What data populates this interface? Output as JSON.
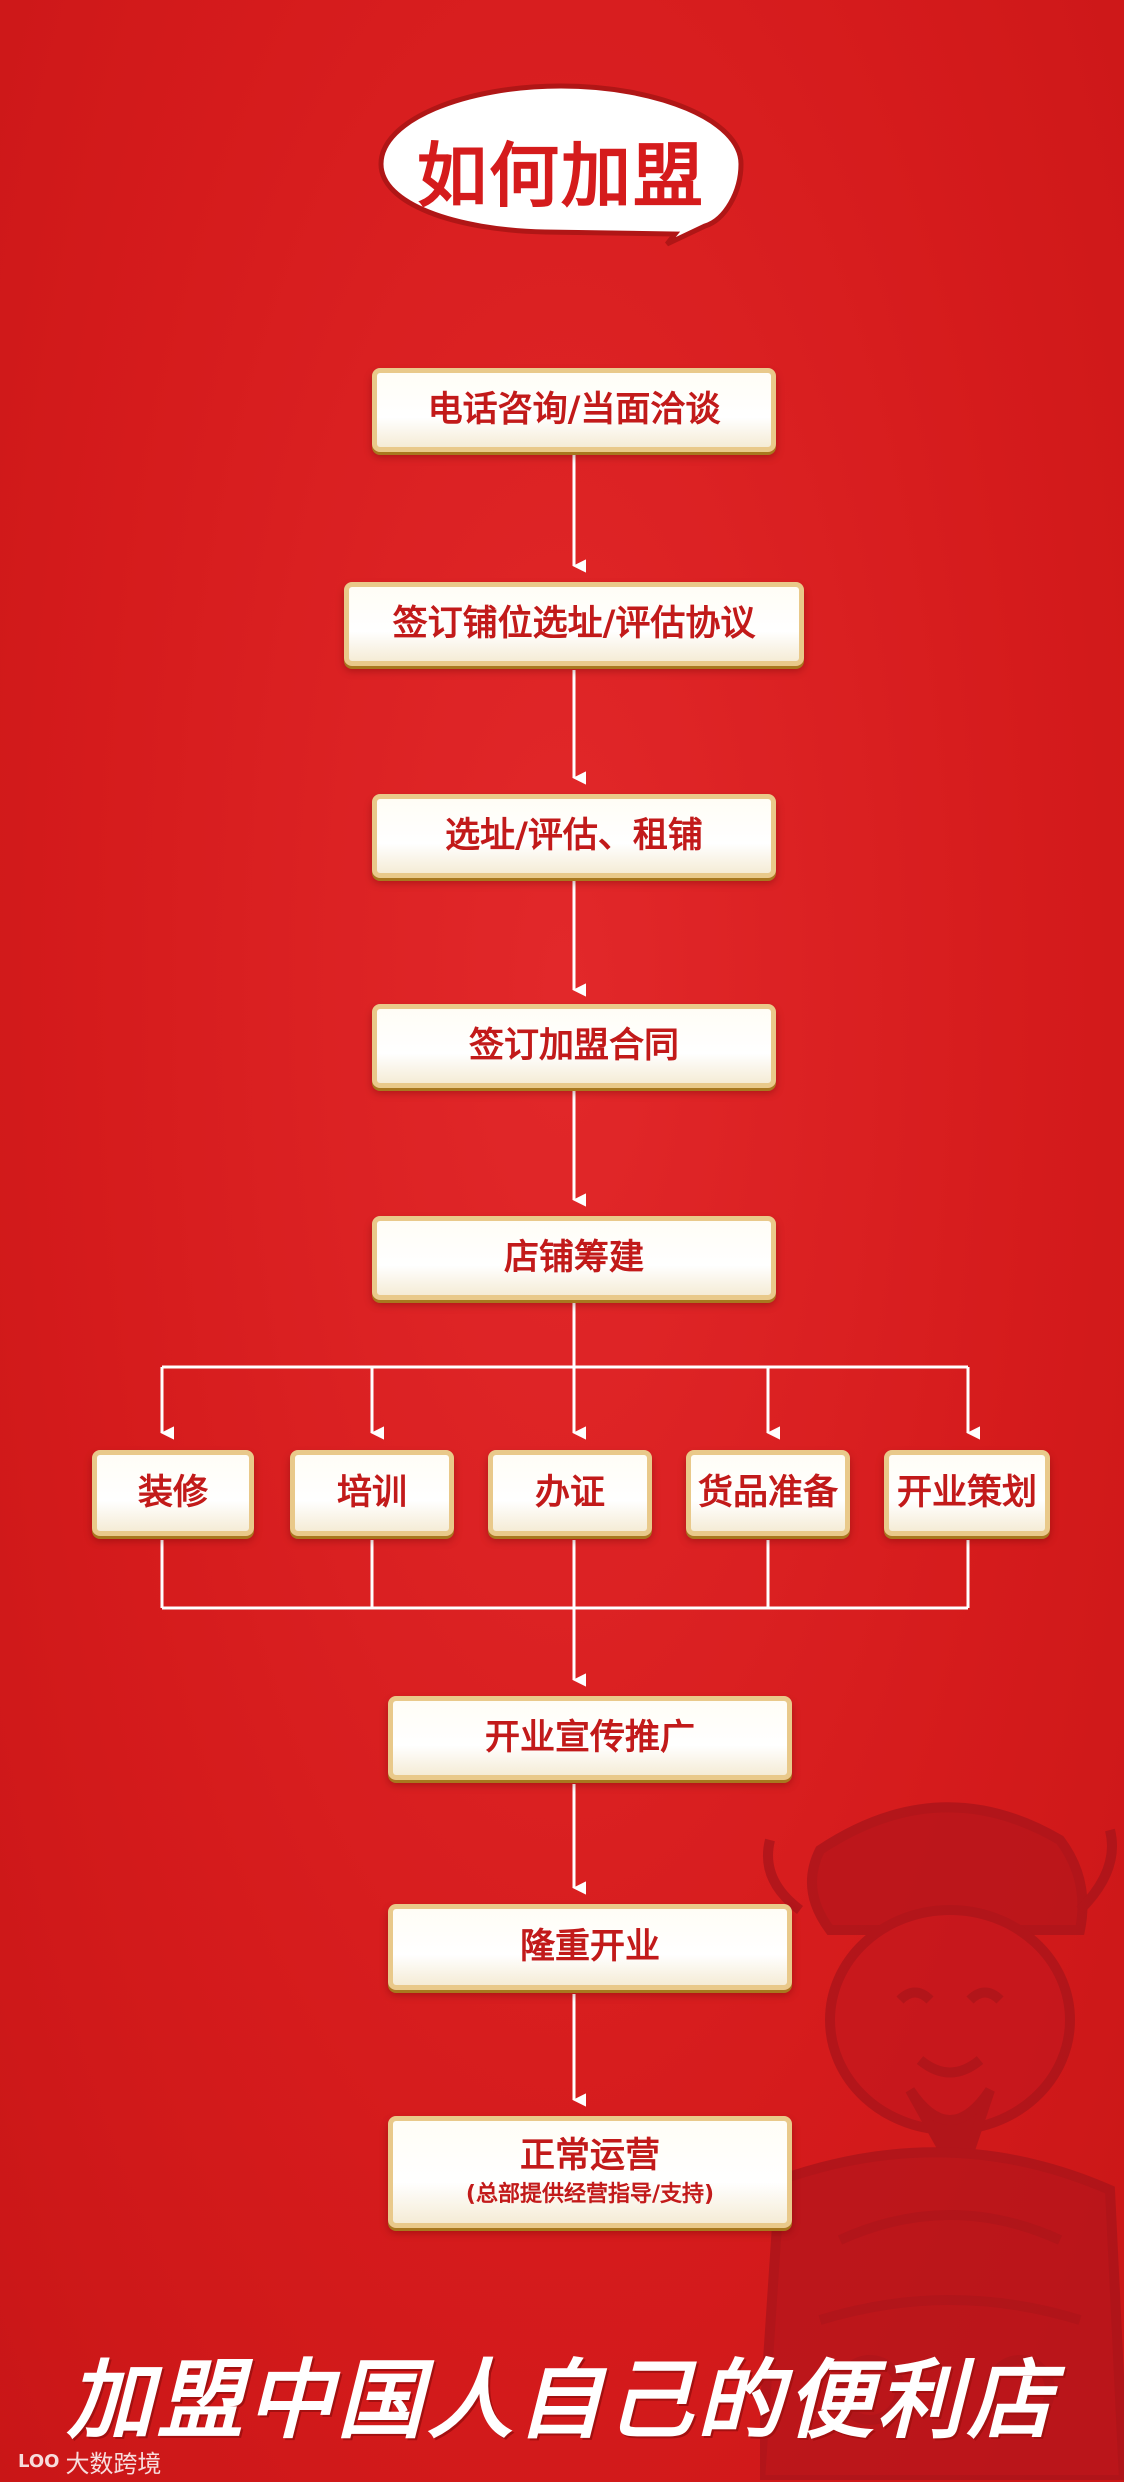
{
  "title": "如何加盟",
  "steps": [
    {
      "label": "电话咨询/当面洽谈"
    },
    {
      "label": "签订铺位选址/评估协议"
    },
    {
      "label": "选址/评估、租铺"
    },
    {
      "label": "签订加盟合同"
    },
    {
      "label": "店铺筹建"
    }
  ],
  "branches": [
    {
      "label": "装修"
    },
    {
      "label": "培训"
    },
    {
      "label": "办证"
    },
    {
      "label": "货品准备"
    },
    {
      "label": "开业策划"
    }
  ],
  "after": [
    {
      "label": "开业宣传推广"
    },
    {
      "label": "隆重开业"
    },
    {
      "label": "正常运营",
      "sub": "(总部提供经营指导/支持)"
    }
  ],
  "slogan": "加盟中国人自己的便利店",
  "watermark": {
    "logo": "LOO",
    "text": "大数跨境"
  },
  "colors": {
    "background": "#d81f1f",
    "box_text": "#c21a1a",
    "box_border": "#e9c98a"
  }
}
